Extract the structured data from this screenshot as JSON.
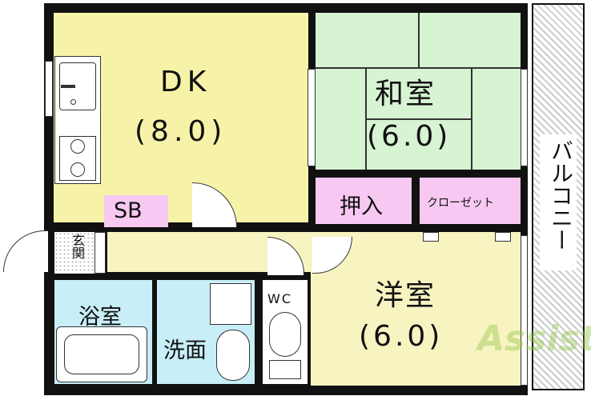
{
  "rooms": {
    "dk": {
      "name": "DK",
      "size": "(8.0)"
    },
    "washitsu": {
      "name": "和室",
      "size": "(6.0)"
    },
    "youshitsu": {
      "name": "洋室",
      "size": "(6.0)"
    },
    "oshiire": {
      "name": "押入"
    },
    "closet": {
      "name": "クローゼット"
    },
    "sb": {
      "name": "SB"
    },
    "genkan": {
      "name": "玄関"
    },
    "yokushitsu": {
      "name": "浴室"
    },
    "senmen": {
      "name": "洗面"
    },
    "wc": {
      "name": "WC"
    },
    "balcony": {
      "name": "バルコニー"
    }
  },
  "watermark": {
    "text": "Assist"
  },
  "colors": {
    "dk_floor": "#f6f3a8",
    "tatami": "#d6f3d2",
    "pink": "#f7c9f2",
    "water": "#c8eef8",
    "yellow_floor": "#f7f4c2",
    "balcony_hatch": "#cccccc",
    "wall": "#111111"
  }
}
